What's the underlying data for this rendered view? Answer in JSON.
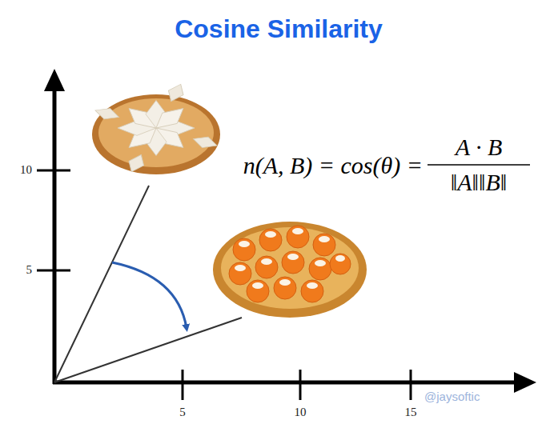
{
  "diagram": {
    "title": "Cosine Similarity",
    "labels": [
      "10",
      "5",
      "5",
      "10",
      "15",
      "n(A, B) = cos(θ) =",
      "A · B",
      "‖A‖‖B‖",
      "@jaysoftic"
    ]
  }
}
